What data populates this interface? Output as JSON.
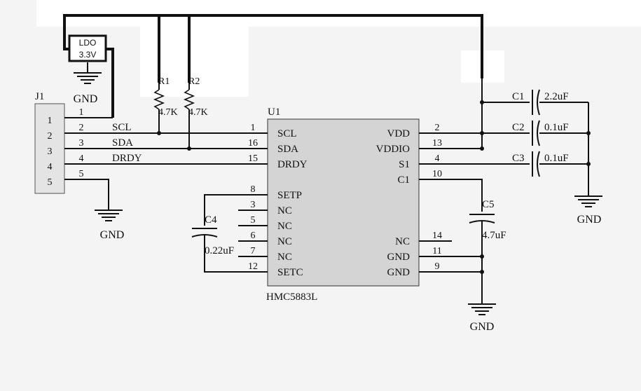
{
  "colors": {
    "background": "#f4f4f4",
    "chip_fill": "#d4d4d4",
    "wire": "#111111"
  },
  "ldo": {
    "line1": "LDO",
    "line2": "3.3V"
  },
  "connector": {
    "ref": "J1",
    "pins": [
      "1",
      "2",
      "3",
      "4",
      "5"
    ]
  },
  "resistors": [
    {
      "ref": "R1",
      "value": "4.7K"
    },
    {
      "ref": "R2",
      "value": "4.7K"
    }
  ],
  "capacitors": [
    {
      "ref": "C1",
      "value": "2.2uF"
    },
    {
      "ref": "C2",
      "value": "0.1uF"
    },
    {
      "ref": "C3",
      "value": "0.1uF"
    },
    {
      "ref": "C4",
      "value": "0.22uF"
    },
    {
      "ref": "C5",
      "value": "4.7uF"
    }
  ],
  "chip": {
    "ref": "U1",
    "part": "HMC5883L",
    "left_pins": [
      {
        "num": "1",
        "name": "SCL"
      },
      {
        "num": "16",
        "name": "SDA"
      },
      {
        "num": "15",
        "name": "DRDY"
      },
      {
        "num": "8",
        "name": "SETP"
      },
      {
        "num": "3",
        "name": "NC"
      },
      {
        "num": "5",
        "name": "NC"
      },
      {
        "num": "6",
        "name": "NC"
      },
      {
        "num": "7",
        "name": "NC"
      },
      {
        "num": "12",
        "name": "SETC"
      }
    ],
    "right_pins": [
      {
        "num": "2",
        "name": "VDD"
      },
      {
        "num": "13",
        "name": "VDDIO"
      },
      {
        "num": "4",
        "name": "S1"
      },
      {
        "num": "10",
        "name": "C1"
      },
      {
        "num": "14",
        "name": "NC"
      },
      {
        "num": "11",
        "name": "GND"
      },
      {
        "num": "9",
        "name": "GND"
      }
    ]
  },
  "wires": [
    {
      "pin": "1",
      "net": ""
    },
    {
      "pin": "2",
      "net": "SCL"
    },
    {
      "pin": "3",
      "net": "SDA"
    },
    {
      "pin": "4",
      "net": "DRDY"
    },
    {
      "pin": "5",
      "net": ""
    }
  ],
  "ground_label": "GND"
}
